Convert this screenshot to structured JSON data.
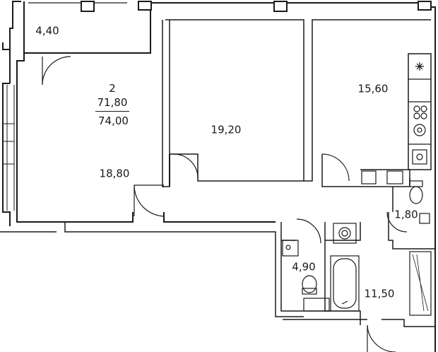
{
  "plan": {
    "apartment": {
      "rooms": "2",
      "living_area": "71,80",
      "total_area": "74,00"
    },
    "rooms": [
      {
        "id": "balcony",
        "area": "4,40"
      },
      {
        "id": "living-room",
        "area": "18,80"
      },
      {
        "id": "bedroom",
        "area": "19,20"
      },
      {
        "id": "kitchen",
        "area": "15,60"
      },
      {
        "id": "toilet",
        "area": "1,80"
      },
      {
        "id": "bathroom",
        "area": "4,90"
      },
      {
        "id": "hallway",
        "area": "11,50"
      }
    ],
    "colors": {
      "wall": "#1a1a1a",
      "background": "#ffffff"
    },
    "fixture_icons": [
      "stove-icon",
      "sink-icon",
      "toilet-icon",
      "bathtub-icon",
      "washing-machine-icon",
      "fan-icon"
    ]
  }
}
